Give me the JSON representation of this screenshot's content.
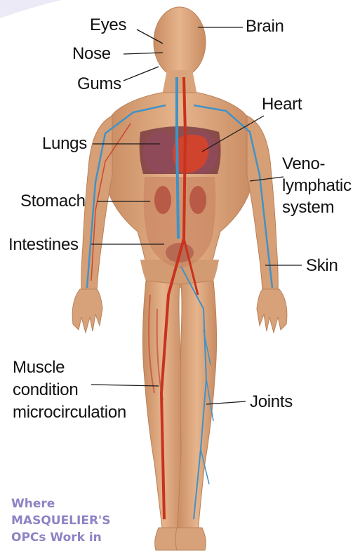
{
  "labels": {
    "eyes": "Eyes",
    "nose": "Nose",
    "gums": "Gums",
    "brain": "Brain",
    "heart": "Heart",
    "lungs": "Lungs",
    "veno_lines": [
      "Veno-",
      "lymphatic",
      "system"
    ],
    "stomach": "Stomach",
    "intestines": "Intestines",
    "skin": "Skin",
    "muscle_lines": [
      "Muscle",
      "condition",
      "microcirculation"
    ],
    "joints": "Joints"
  },
  "caption": {
    "lines": [
      "Where",
      "MASQUELIER'S",
      "OPCs Work in"
    ]
  },
  "colors": {
    "skin": "#dba77f",
    "skin_shadow": "#b98159",
    "artery": "#c8321f",
    "vein": "#3e93c9",
    "lung": "#8f4a5a",
    "caption": "#8f83c4",
    "corner": "#eceaf6"
  }
}
